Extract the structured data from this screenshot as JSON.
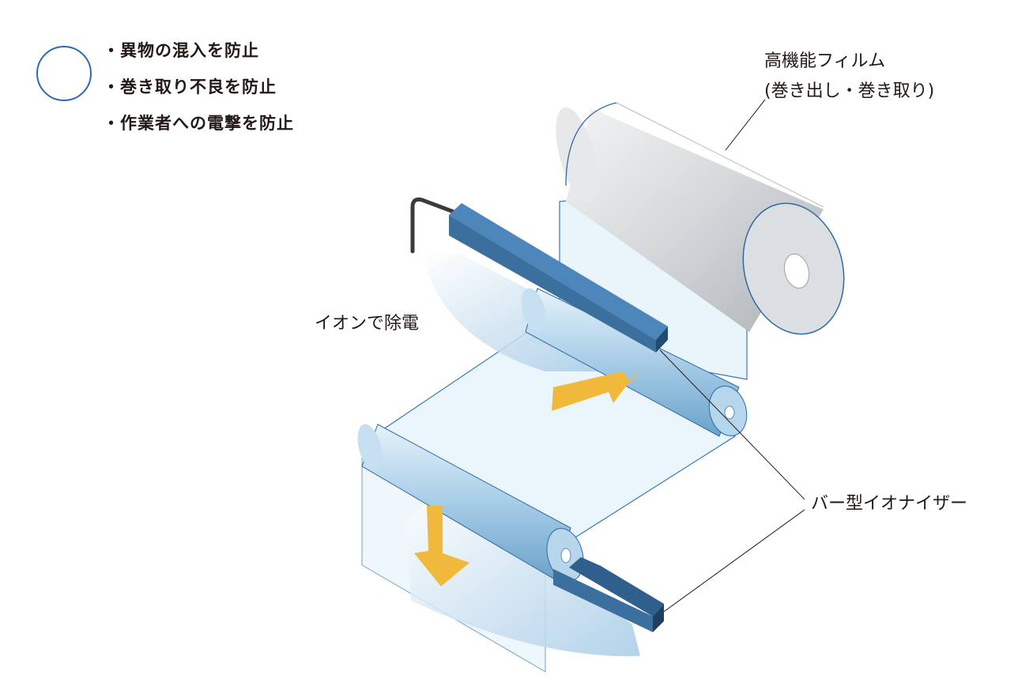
{
  "benefits": {
    "items": [
      "・異物の混入を防止",
      "・巻き取り不良を防止",
      "・作業者への電撃を防止"
    ]
  },
  "labels": {
    "film_roll_line1": "高機能フィルム",
    "film_roll_line2": "(巻き出し・巻き取り)",
    "ion_neutralize": "イオンで除電",
    "bar_ionizer": "バー型イオナイザー"
  },
  "colors": {
    "marker_circle": "#2e6aa8",
    "ionizer_bar": "#3b6e9f",
    "arrow": "#f0b93c",
    "film": "#d6ecf8",
    "text": "#231815"
  }
}
